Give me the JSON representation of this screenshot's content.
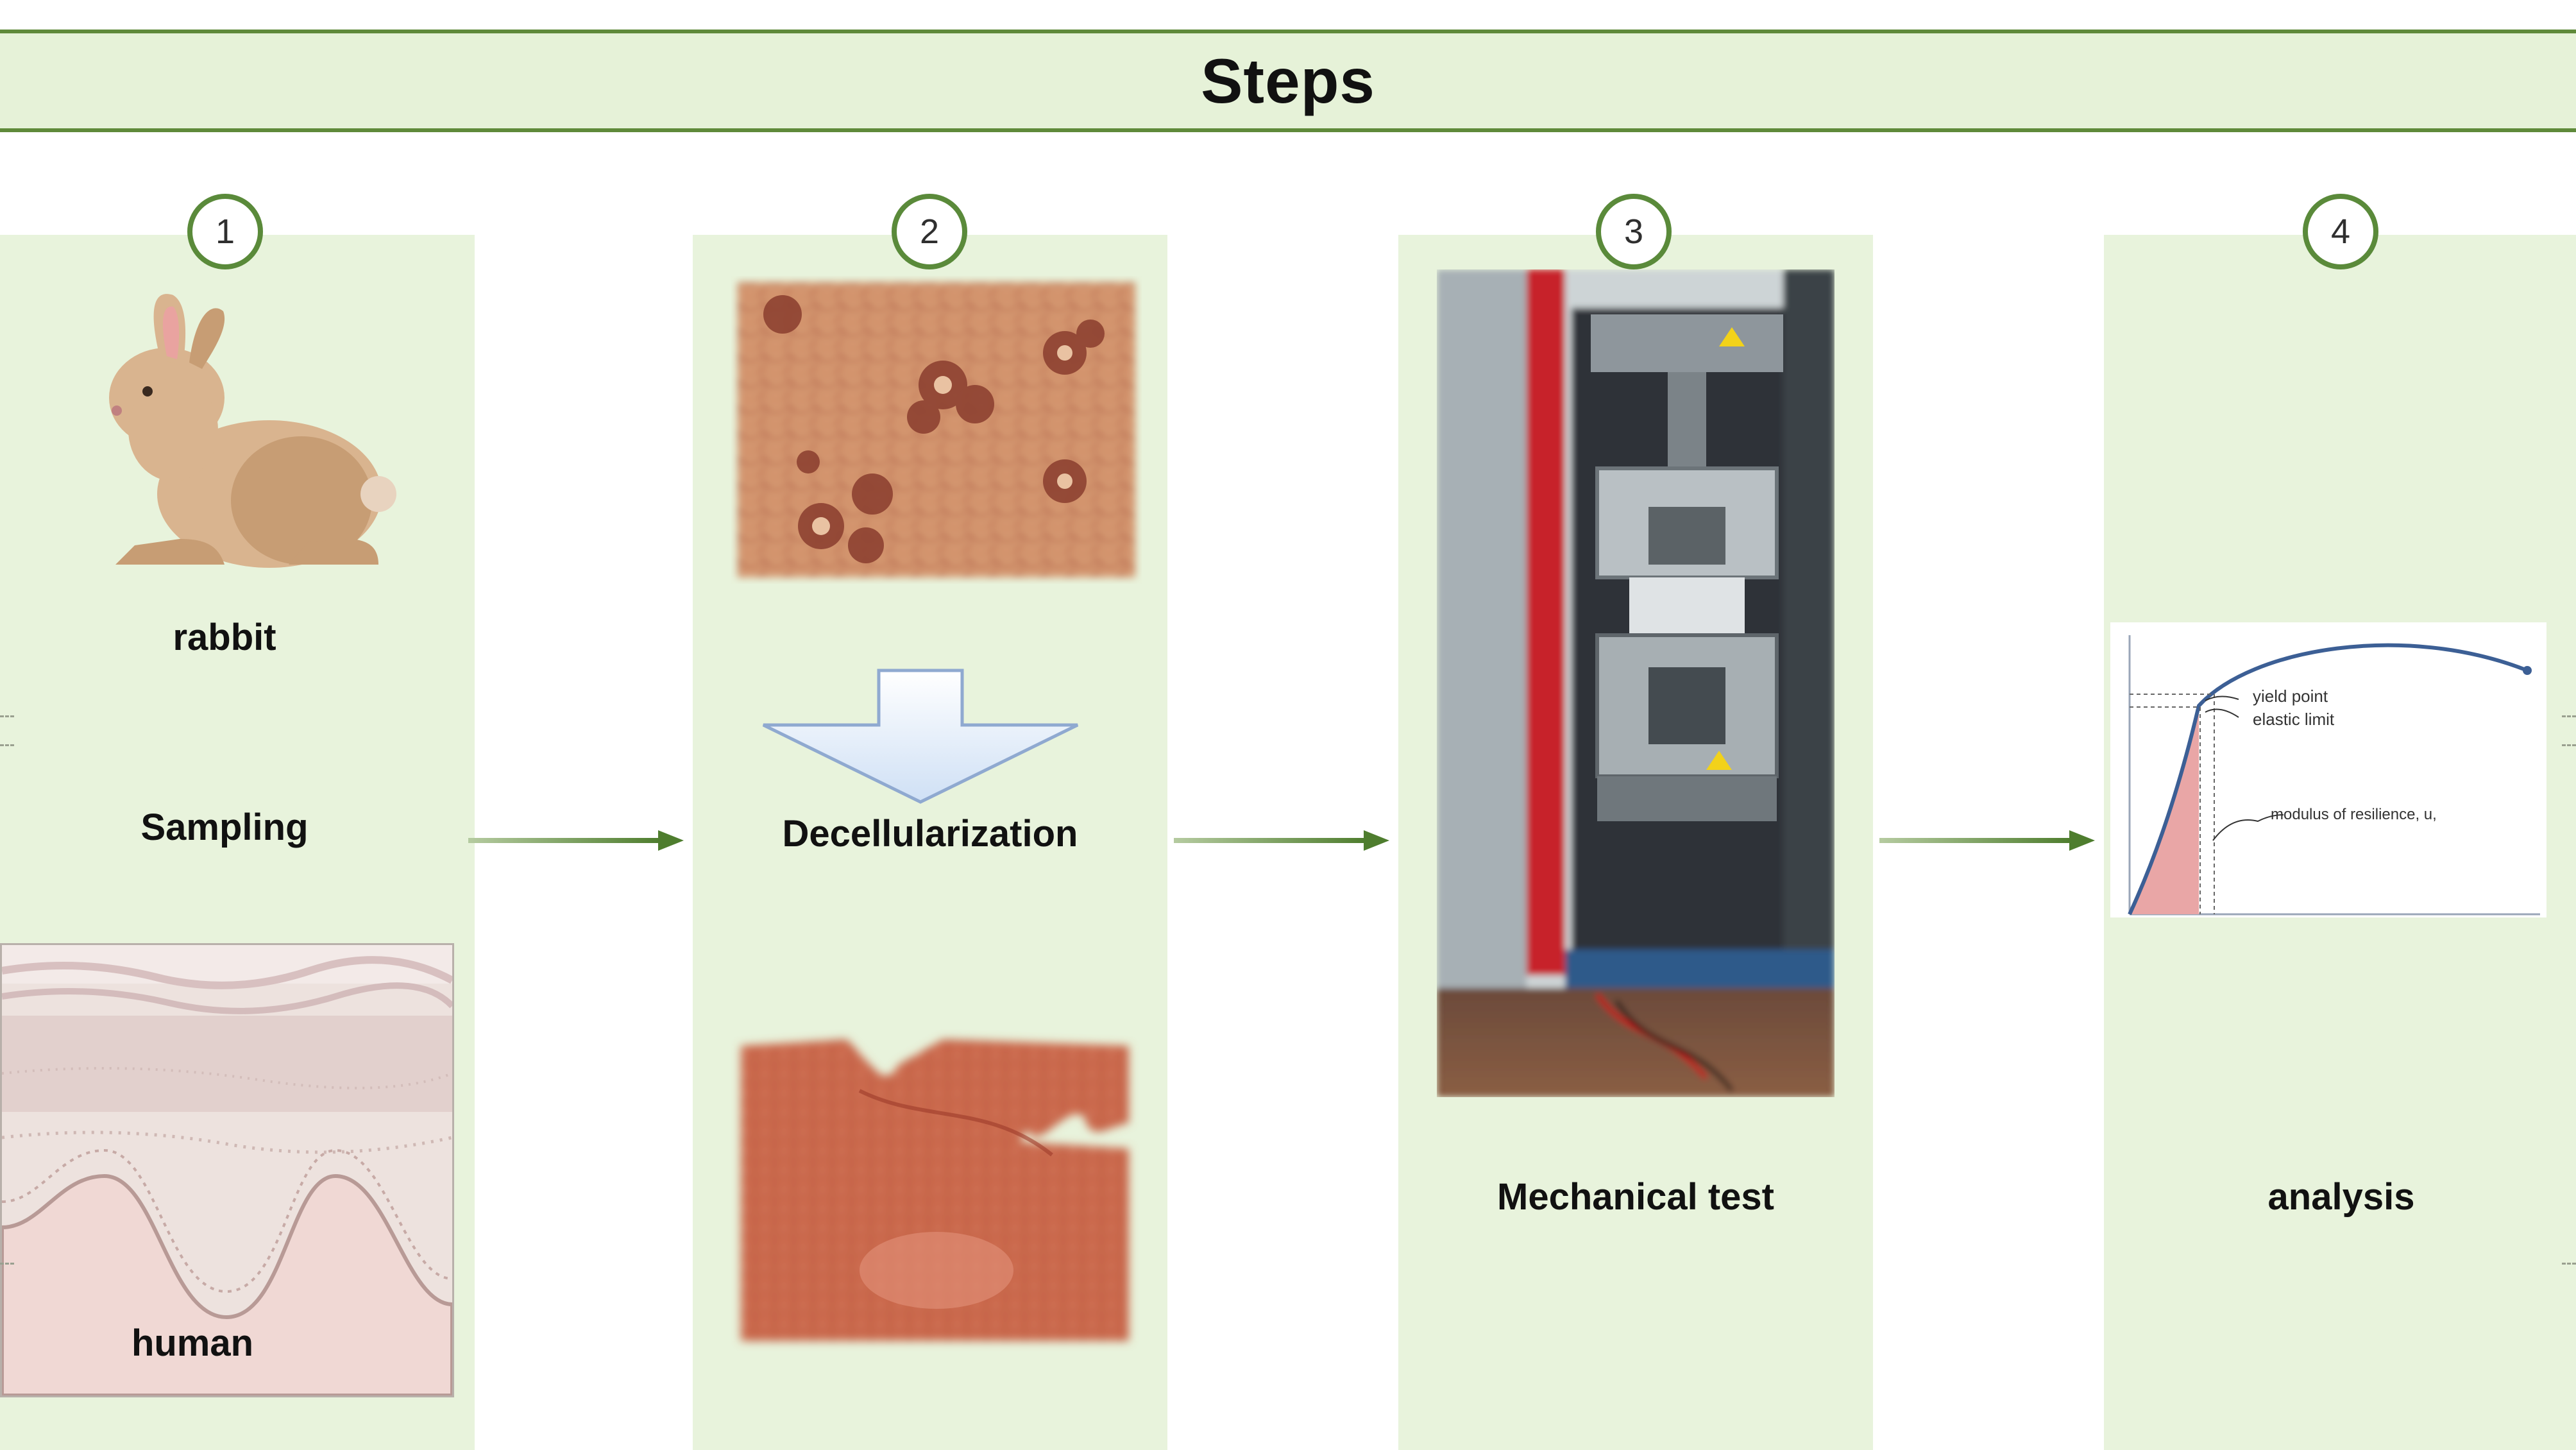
{
  "header": {
    "title": "Steps"
  },
  "steps": [
    {
      "number": "1",
      "label": "Sampling",
      "species_labels": {
        "rabbit": "rabbit",
        "human": "human"
      }
    },
    {
      "number": "2",
      "label": "Decellularization"
    },
    {
      "number": "3",
      "label": "Mechanical test"
    },
    {
      "number": "4",
      "label": "analysis",
      "graph_annotations": {
        "yield_point": "yield point",
        "elastic_limit": "elastic limit",
        "modulus": "modulus of resilience, u,"
      }
    }
  ],
  "colors": {
    "panel_bg": "#e8f3dc",
    "accent_green": "#5a8a3a",
    "rabbit": "#d9b48f",
    "tissue_stain": "#c9664a",
    "curve": "#3c5f95",
    "resilience_fill": "#e9a6a6"
  }
}
